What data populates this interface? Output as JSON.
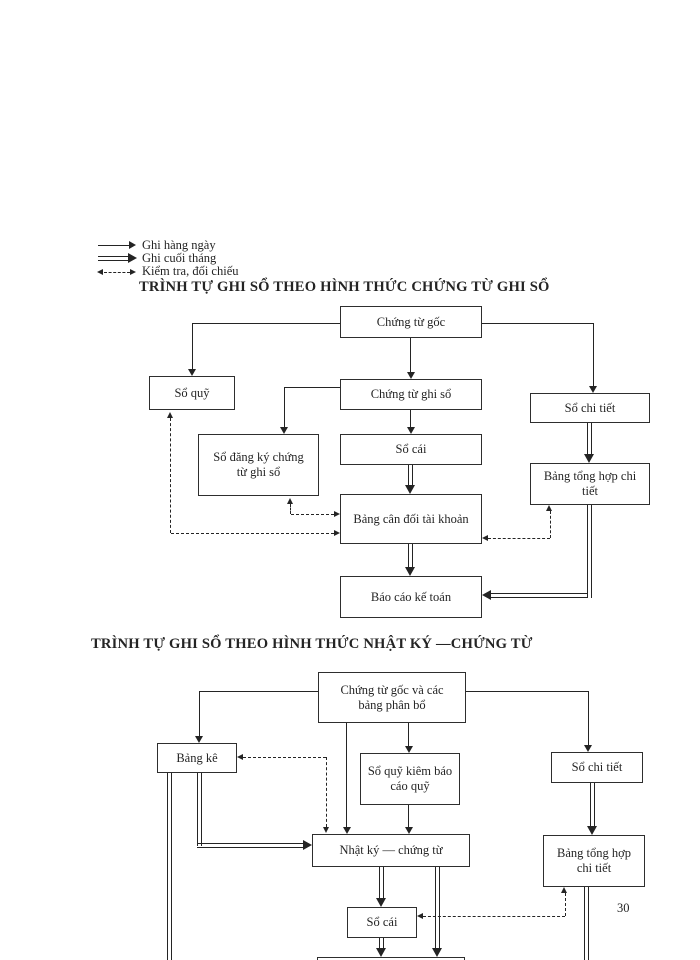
{
  "colors": {
    "ink": "#242424",
    "paper": "#ffffff"
  },
  "legend": {
    "items": [
      {
        "symbol": "solid-arrow",
        "label": "Ghi hàng ngày"
      },
      {
        "symbol": "double-line-arrow",
        "label": "Ghi cuối tháng"
      },
      {
        "symbol": "dashed-two-way-arrow",
        "label": "Kiểm tra, đối chiếu"
      }
    ]
  },
  "diagram1": {
    "title": "TRÌNH TỰ GHI SỔ THEO HÌNH THỨC CHỨNG TỪ GHI SỔ",
    "boxes": {
      "chung_tu_goc": "Chứng từ gốc",
      "so_quy": "Sổ quỹ",
      "chung_tu_ghi_so": "Chứng từ ghi sổ",
      "so_chi_tiet": "Sổ chi tiết",
      "so_dang_ky": "Sổ đăng ký chứng từ ghi sổ",
      "so_cai": "Sổ cái",
      "bang_tong_hop_chi_tiet": "Bảng tổng hợp chi tiết",
      "bang_can_doi_tai_khoan": "Bảng cân đối tài khoản",
      "bao_cao_ke_toan": "Báo cáo kế toán"
    }
  },
  "diagram2": {
    "title": "TRÌNH TỰ GHI SỔ THEO HÌNH THỨC NHẬT KÝ —CHỨNG TỪ",
    "boxes": {
      "chung_tu_goc_va_cac_bang_phan_bo": "Chứng từ gốc và các bảng phân bổ",
      "bang_ke": "Bảng kê",
      "so_quy_kiem_bao_cao_quy": "Sổ quỹ kiêm báo cáo quỹ",
      "so_chi_tiet": "Sổ chi tiết",
      "nhat_ky_chung_tu": "Nhật ký — chứng từ",
      "bang_tong_hop_chi_tiet": "Bảng tổng hợp chi tiết",
      "so_cai": "Sổ cái"
    }
  },
  "page": {
    "number": "30"
  }
}
